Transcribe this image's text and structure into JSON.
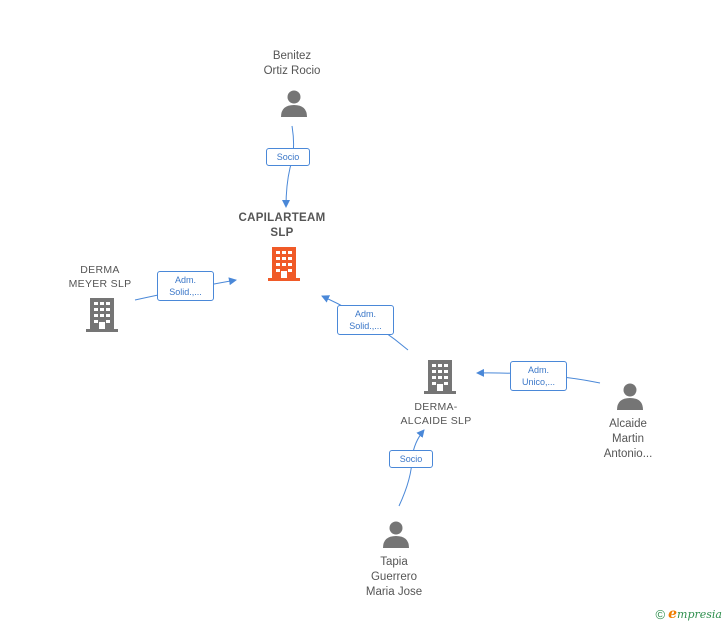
{
  "colors": {
    "edge": "#4a88d8",
    "person_icon": "#757575",
    "company_icon": "#757575",
    "main_company_icon": "#f05a28"
  },
  "nodes": {
    "benitez": {
      "type": "person",
      "label_lines": [
        "Benitez",
        "Ortiz Rocio"
      ],
      "icon": "person-icon"
    },
    "capilarteam": {
      "type": "main-company",
      "label_lines": [
        "CAPILARTEAM",
        "SLP"
      ],
      "icon": "building-icon"
    },
    "derma_meyer": {
      "type": "company",
      "label_lines": [
        "DERMA",
        "MEYER  SLP"
      ],
      "icon": "building-icon"
    },
    "derma_alcaide": {
      "type": "company",
      "label_lines": [
        "DERMA-",
        "ALCAIDE  SLP"
      ],
      "icon": "building-icon"
    },
    "alcaide": {
      "type": "person",
      "label_lines": [
        "Alcaide",
        "Martin",
        "Antonio..."
      ],
      "icon": "person-icon"
    },
    "tapia": {
      "type": "person",
      "label_lines": [
        "Tapia",
        "Guerrero",
        "Maria Jose"
      ],
      "icon": "person-icon"
    }
  },
  "edges": [
    {
      "id": "benitez-capilarteam",
      "label_lines": [
        "Socio"
      ]
    },
    {
      "id": "meyer-capilarteam",
      "label_lines": [
        "Adm.",
        "Solid.,..."
      ]
    },
    {
      "id": "alcaide-slp-capilarteam",
      "label_lines": [
        "Adm.",
        "Solid.,..."
      ]
    },
    {
      "id": "alcaide-person-slp",
      "label_lines": [
        "Adm.",
        "Unico,..."
      ]
    },
    {
      "id": "tapia-slp",
      "label_lines": [
        "Socio"
      ]
    }
  ],
  "brand": {
    "copyright": "©",
    "first_letter": "e",
    "rest": "mpresia"
  }
}
